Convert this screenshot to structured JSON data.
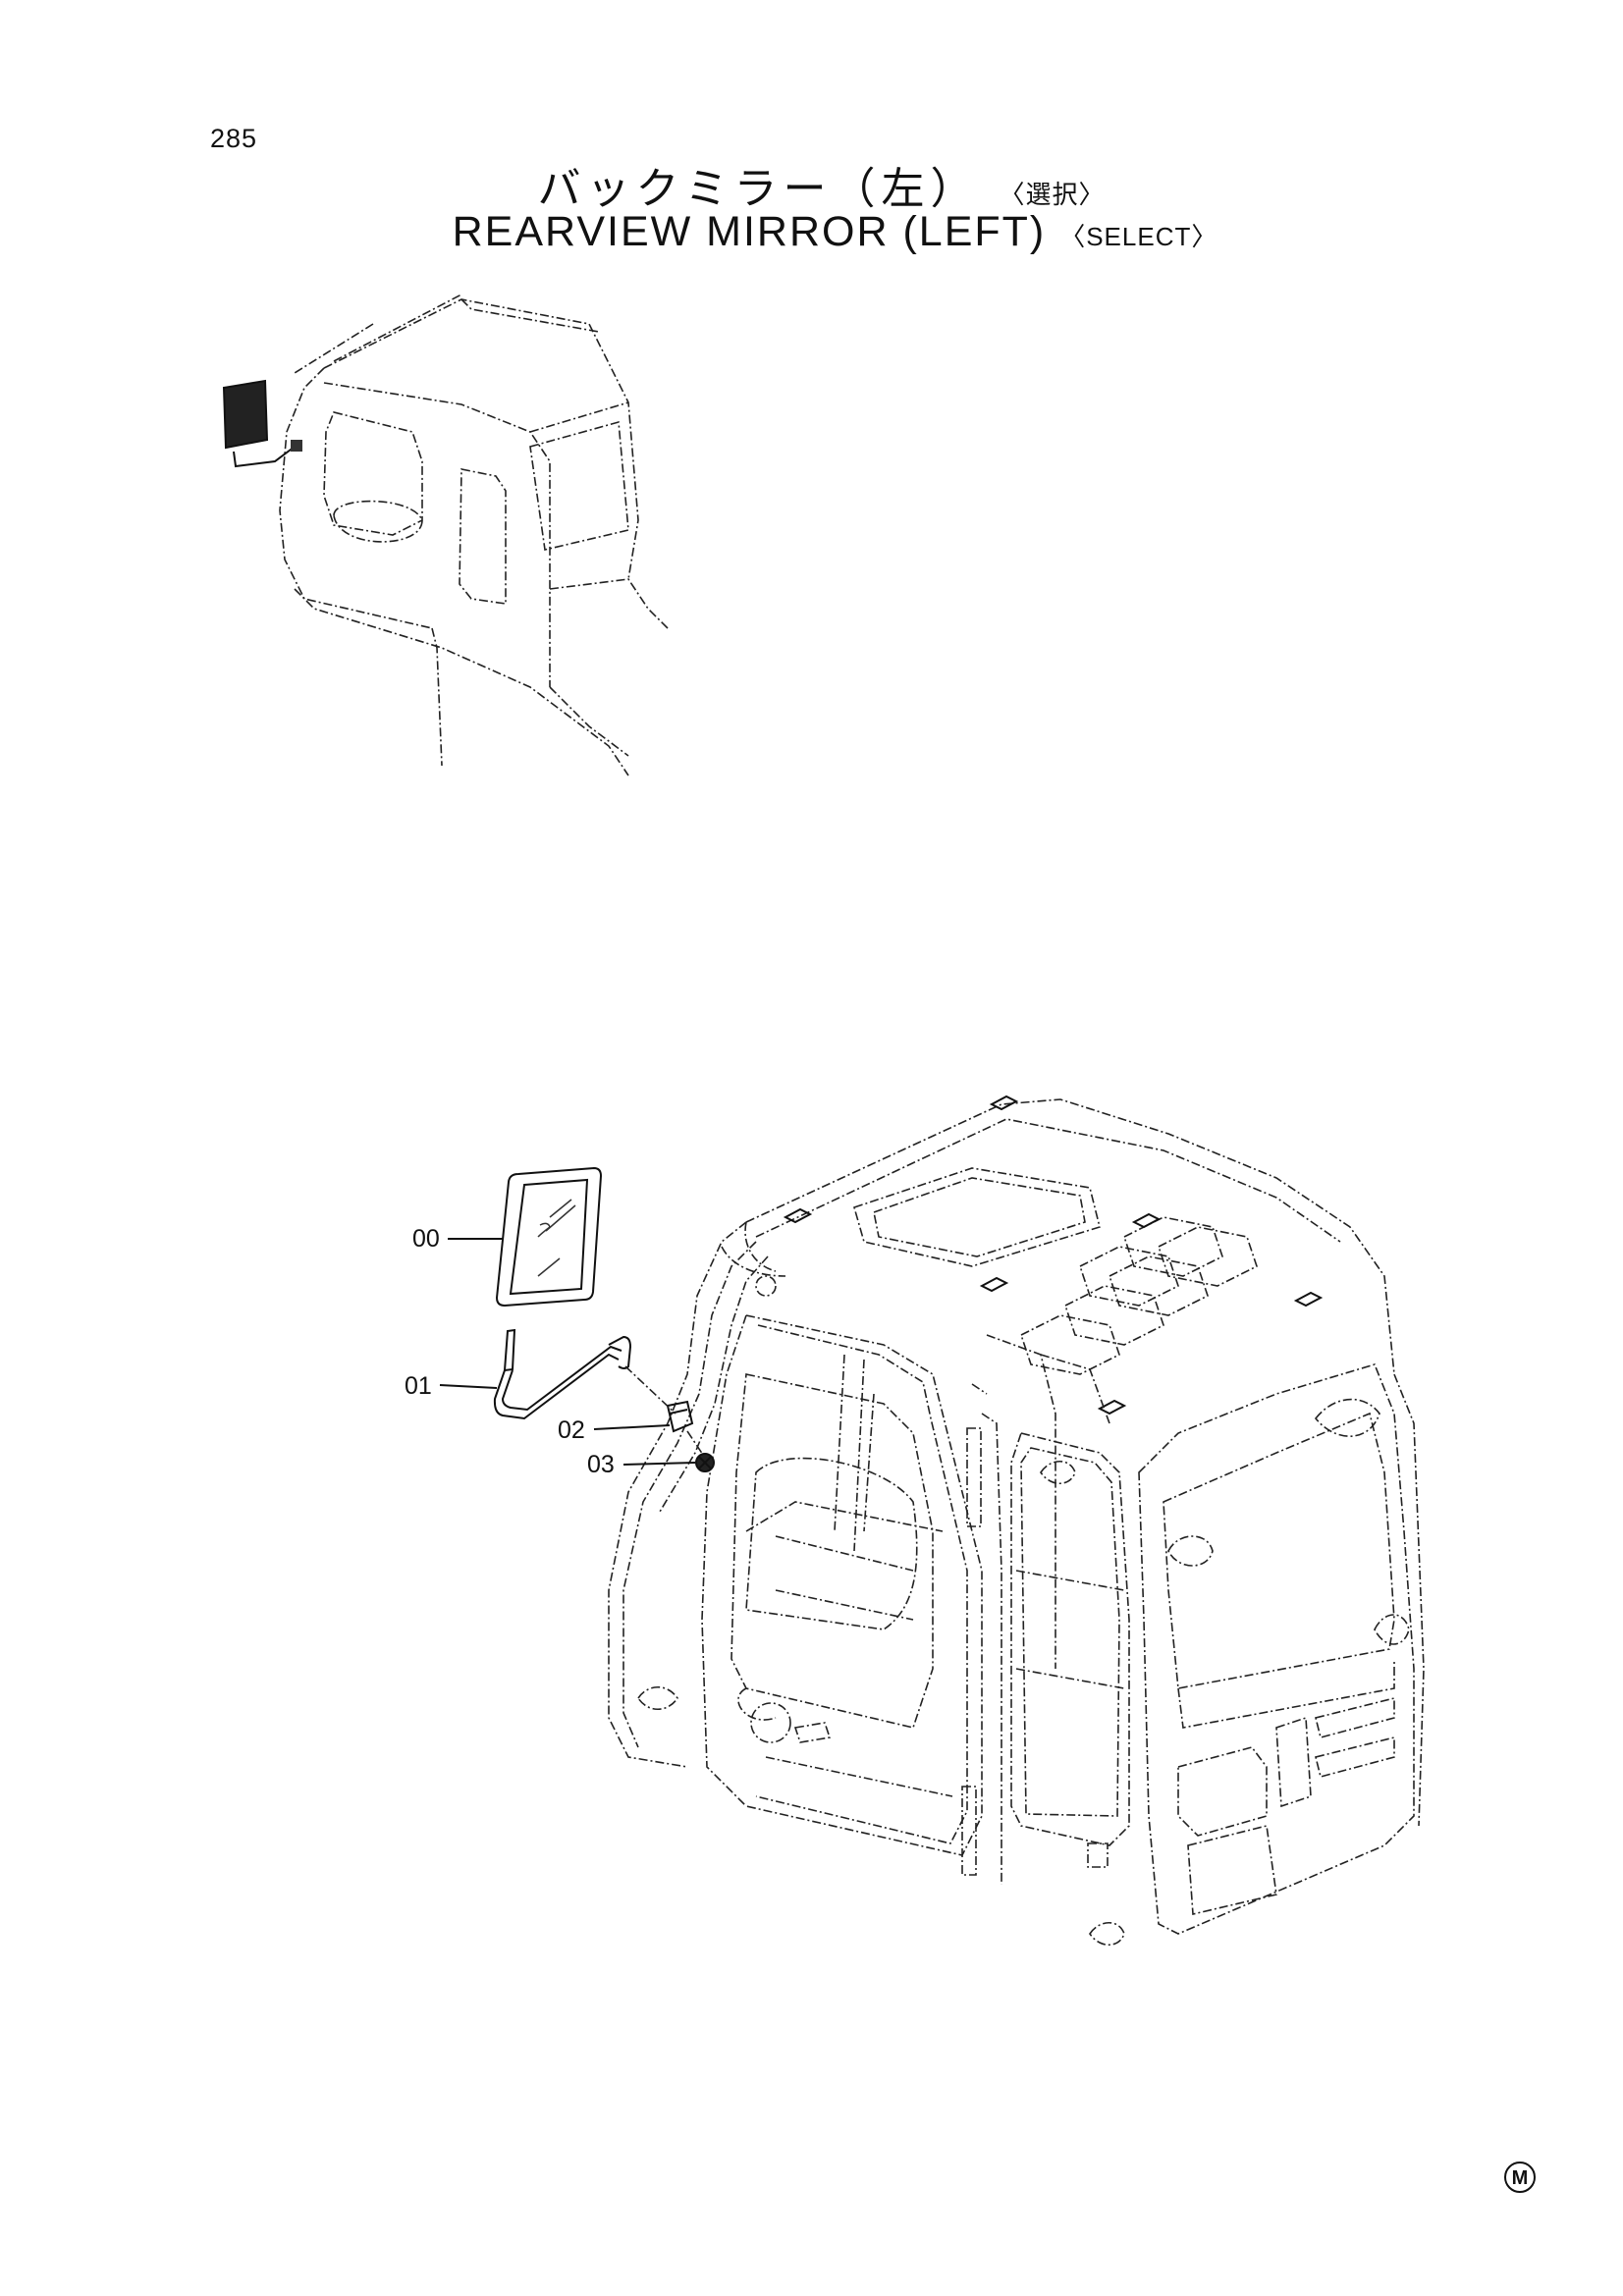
{
  "page": {
    "number": "285"
  },
  "title": {
    "japanese": "バックミラー（左）",
    "japanese_sub": "〈選択〉",
    "english": "REARVIEW MIRROR (LEFT)",
    "english_sub": "〈SELECT〉"
  },
  "callouts": [
    {
      "label": "00",
      "part": "mirror"
    },
    {
      "label": "01",
      "part": "stay"
    },
    {
      "label": "02",
      "part": "bracket"
    },
    {
      "label": "03",
      "part": "bolt"
    }
  ],
  "corner_mark": "M"
}
